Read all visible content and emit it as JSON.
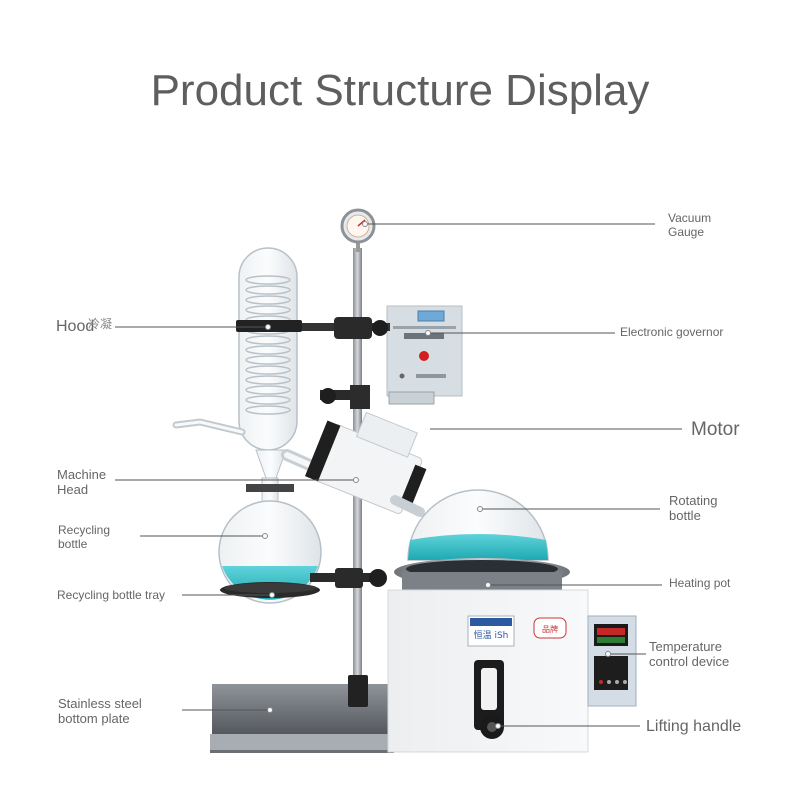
{
  "title": "Product Structure Display",
  "labels": {
    "vacuum_gauge": "Vacuum\nGauge",
    "hood": "Hood",
    "hood_cjk": "冷凝",
    "electronic_governor": "Electronic governor",
    "motor": "Motor",
    "machine_head": "Machine\nHead",
    "rotating_bottle": "Rotating\nbottle",
    "recycling_bottle": "Recycling\nbottle",
    "heating_pot": "Heating pot",
    "recycling_bottle_tray": "Recycling bottle tray",
    "temperature_control_device": "Temperature\ncontrol device",
    "stainless_steel_bottom_plate": "Stainless steel\nbottom plate",
    "lifting_handle": "Lifting handle"
  },
  "device_text": {
    "brand": "恒温 iSh",
    "badge": "品牌"
  },
  "colors": {
    "liquid": "#3cc0c8",
    "title": "#5e5e5e",
    "label": "#666666",
    "leader": "#555555"
  }
}
